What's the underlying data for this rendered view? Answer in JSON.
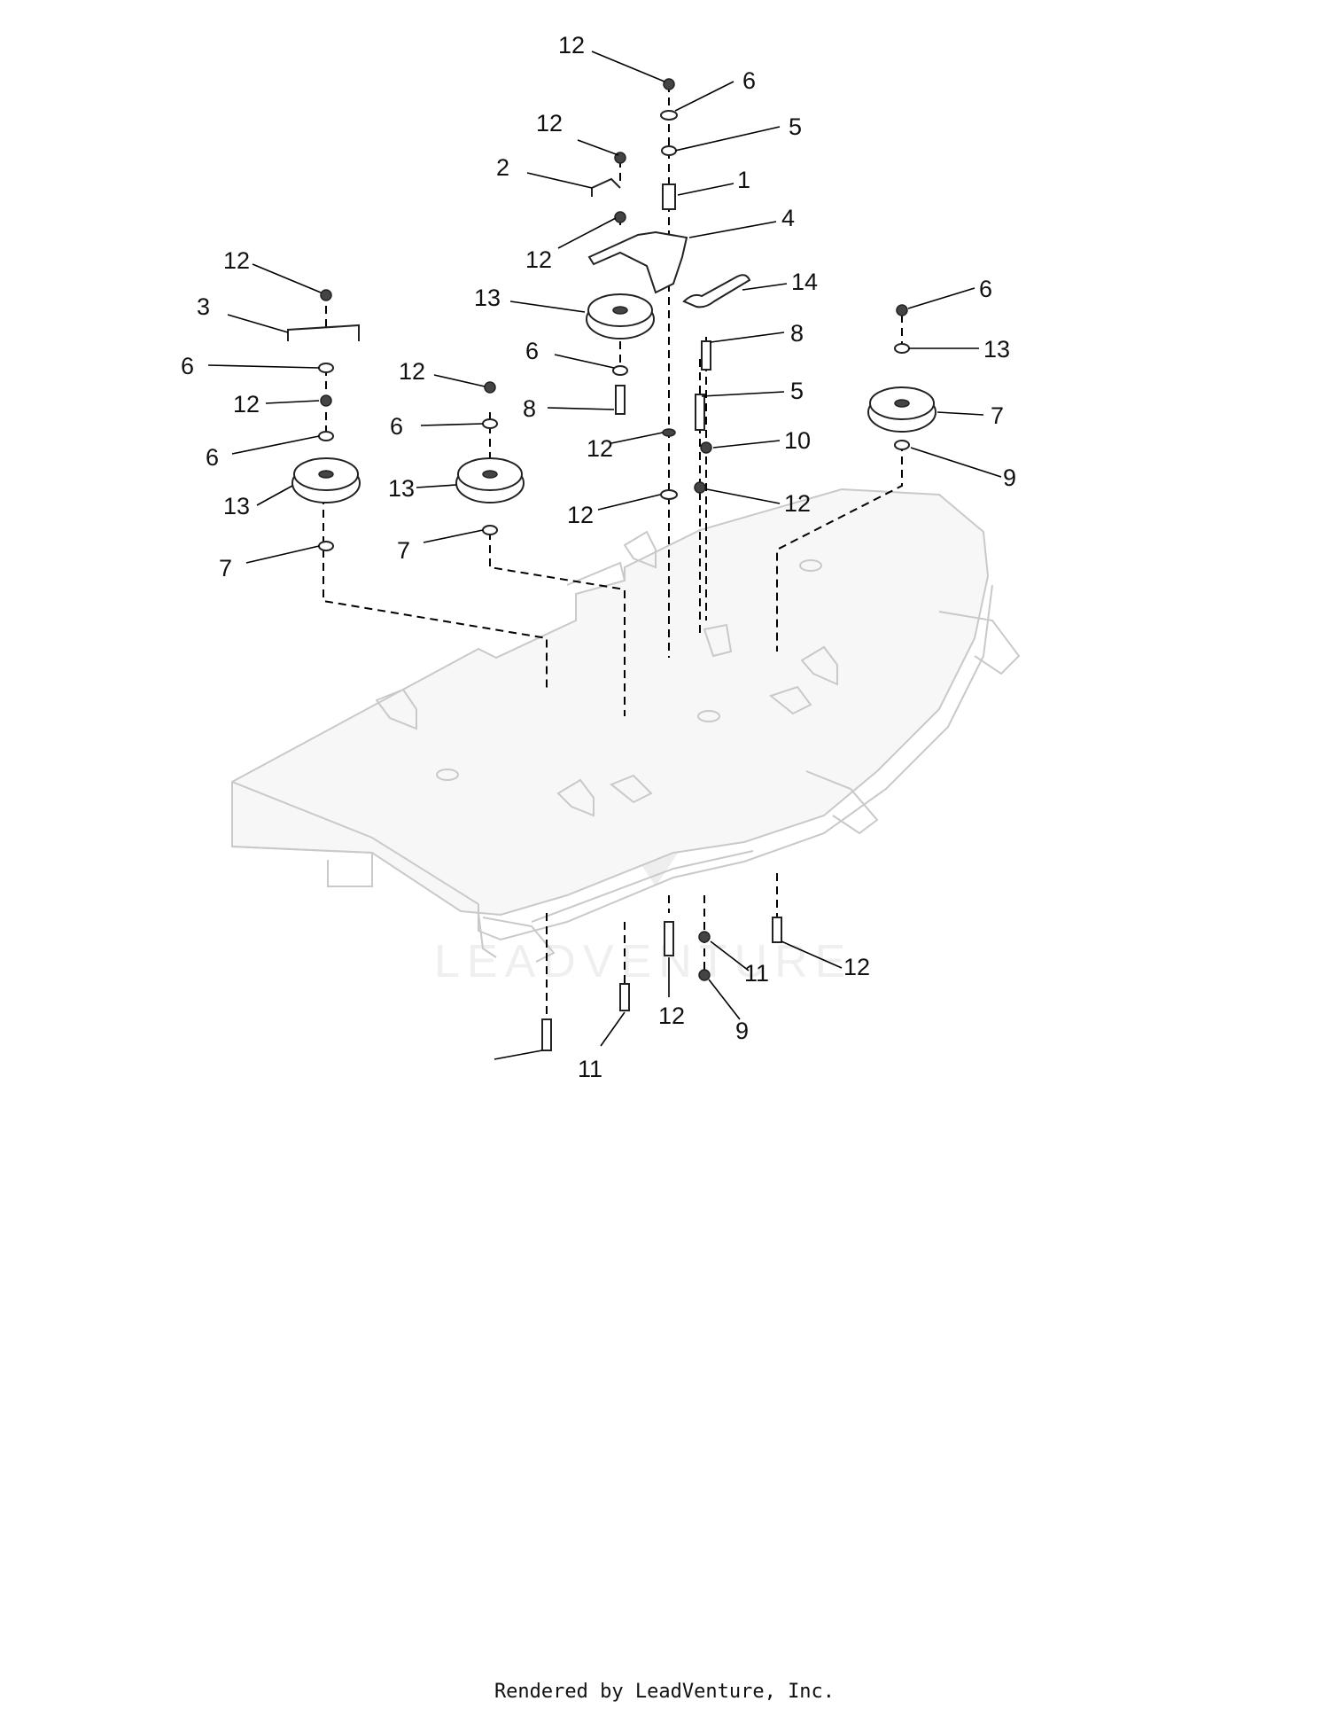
{
  "callouts": [
    "12",
    "6",
    "5",
    "1",
    "12",
    "2",
    "12",
    "4",
    "14",
    "13",
    "12",
    "3",
    "6",
    "12",
    "6",
    "13",
    "7",
    "12",
    "6",
    "13",
    "7",
    "6",
    "8",
    "8",
    "5",
    "12",
    "10",
    "12",
    "12",
    "6",
    "13",
    "7",
    "9",
    "12",
    "11",
    "12",
    "9",
    "11"
  ],
  "watermark": "LEADVENTURE",
  "footer": "Rendered by LeadVenture, Inc."
}
